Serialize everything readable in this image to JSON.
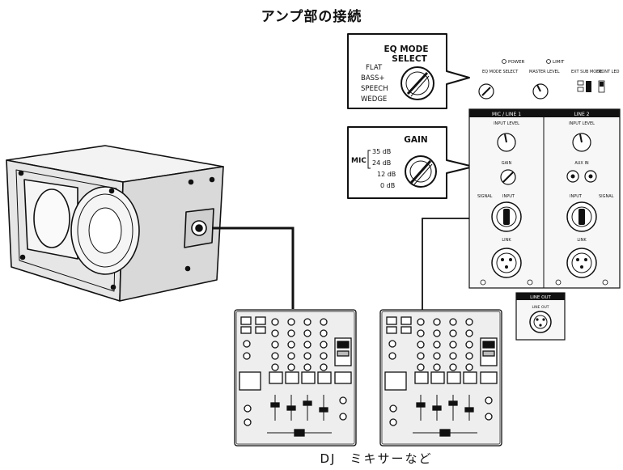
{
  "title": "アンプ部の接続",
  "caption": "DJ　ミキサーなど",
  "eq_callout": {
    "heading_line1": "EQ MODE",
    "heading_line2": "SELECT",
    "options": [
      "FLAT",
      "BASS+",
      "SPEECH",
      "WEDGE"
    ]
  },
  "gain_callout": {
    "heading": "GAIN",
    "mic_label": "MIC",
    "levels": [
      "35 dB",
      "24 dB",
      "12 dB",
      "0 dB"
    ]
  },
  "panel": {
    "power": "POWER",
    "limit": "LIMIT",
    "eq_mode_select": "EQ MODE SELECT",
    "master_level": "MASTER LEVEL",
    "ext_sub_mode": "EXT SUB MODE",
    "front_led": "FRONT LED",
    "ch1_title": "MIC / LINE 1",
    "ch2_title": "LINE 2",
    "input_level": "INPUT LEVEL",
    "gain": "GAIN",
    "aux_in": "AUX IN",
    "input": "INPUT",
    "link": "LINK",
    "signal": "SIGNAL",
    "line_out_header": "LINE OUT",
    "line_out_label": "LINE OUT"
  },
  "colors": {
    "line": "#111111",
    "panel_fill": "#f7f7f7",
    "speaker_fill": "#e6e6e6",
    "mixer_fill": "#eeeeee"
  }
}
